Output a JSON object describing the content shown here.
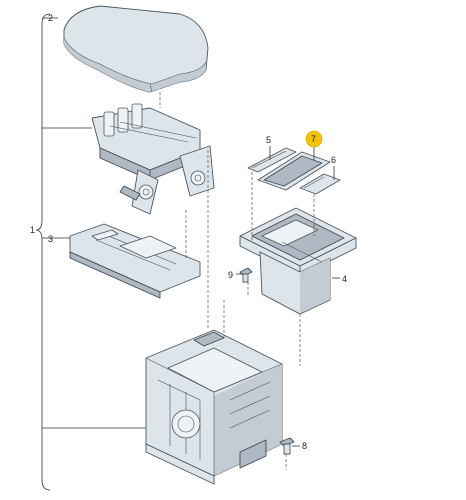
{
  "callouts": {
    "c1": "1",
    "c2": "2",
    "c3": "3",
    "c4": "4",
    "c5": "5",
    "c6": "6",
    "c7": "7",
    "c8": "8",
    "c9": "9"
  },
  "colors": {
    "part_fill": "#dde4ea",
    "part_outline": "#4a5560",
    "highlight_callout": "#f5c400"
  }
}
